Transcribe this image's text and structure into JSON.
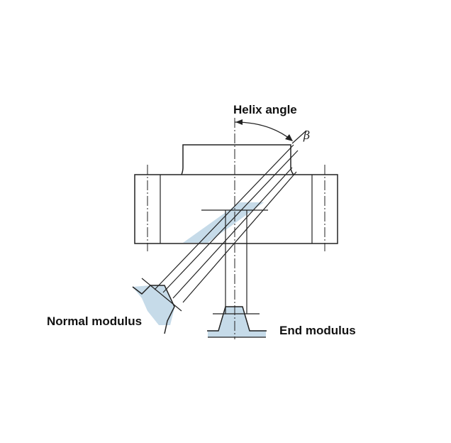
{
  "labels": {
    "helix_angle": "Helix angle",
    "beta_symbol": "β",
    "normal_modulus": "Normal modulus",
    "end_modulus": "End modulus"
  },
  "colors": {
    "line": "#222222",
    "tooth_fill": "#c6dbe9",
    "text": "#111111"
  }
}
